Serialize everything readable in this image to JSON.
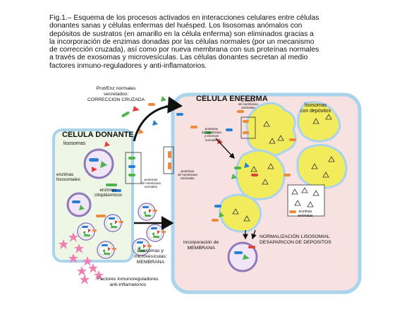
{
  "caption": {
    "lines": [
      "Fig.1.– Esquema de los procesos activados en interacciones celulares entre células",
      "donantes sanas y células enfermas del huésped. Los lisosomas anómalos con",
      "depósitos de sustratos (en amarillo en la célula enferma) son eliminados gracias a",
      "la incorporación de enzimas donadas por las células normales (por un mecanismo",
      "de corrección cruzada), así como por nueva membrana con sus proteínas normales",
      "a través de exosomas y microvesículas. Las células donantes secretan al medio",
      "factores inmuno-reguladores y anti-inflamatorios."
    ]
  },
  "diagram": {
    "donor_title": "CELULA DONANTE",
    "sick_title": "CELULA ENFERMA",
    "lisosomas": "lisosomas",
    "enzimas_lisosomales": [
      "enzimas",
      "lisosomales"
    ],
    "enzimas_citoplasmicos": [
      "enzimas",
      "citoplásmicos"
    ],
    "secreted": [
      "Prot/Enz normales",
      "secretados:",
      "CORRECCION CRUZADA"
    ],
    "proteinas_normales": [
      "proteínas",
      "de membrana",
      "normales"
    ],
    "proteinas_anomalas_left": [
      "proteínas",
      "de membrana",
      "anómalas"
    ],
    "proteinas_anomalas_top": [
      "proteinas",
      "de membrana",
      "anómalas"
    ],
    "proteinas_enzimas_normales": [
      "proteinas",
      "de membrana",
      "y enzimas",
      "normales"
    ],
    "lisosomas_depositos": [
      "lisosomas",
      "con depósitos"
    ],
    "enzimas_anomalas": [
      "enzimas",
      "anómalas"
    ],
    "incorporacion_membrana": [
      "incorporación de",
      "MEMBRANA"
    ],
    "normalizacion": [
      "NORMALIZACIÓN LISOSOMIAL",
      "DESAPARICON DE DEPOSITOS"
    ],
    "exosomas": [
      "Exosomas y",
      "microvesículas:",
      "MEMBRANA"
    ],
    "factores": [
      "Factores inmunoreguladores",
      "anti-inflamatorios"
    ]
  },
  "colors": {
    "cell_border": "#a9d4ec",
    "donor_fill": "#eef6e6",
    "sick_fill": "#f7e1e1",
    "lysosome_yellow": "#f2ec5c",
    "enzyme_blue": "#2a7fd2",
    "enzyme_green": "#4fb34e",
    "enzyme_orange": "#ef8a3c",
    "enzyme_red": "#e2423e",
    "star_pink": "#f07fb4",
    "vesicle_purple": "#8e79b9"
  }
}
